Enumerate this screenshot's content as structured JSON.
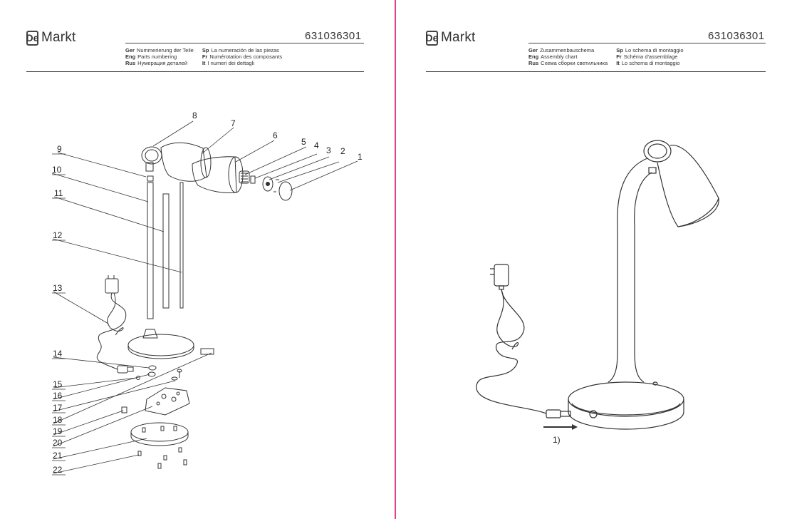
{
  "brand": {
    "logo_mark": "De",
    "logo_word": "Markt"
  },
  "article_number": "631036301",
  "left_page": {
    "lang_rows": [
      {
        "code1": "Ger",
        "text1": "Nummerierung der Teile",
        "code2": "Sp",
        "text2": "La numeración de las piezas"
      },
      {
        "code1": "Eng",
        "text1": "Parts numbering",
        "code2": "Fr",
        "text2": "Numérotation des composants"
      },
      {
        "code1": "Rus",
        "text1": "Нумерация деталей",
        "code2": "It",
        "text2": "I numeri dei dettagli"
      }
    ],
    "part_numbers": [
      "1",
      "2",
      "3",
      "4",
      "5",
      "6",
      "7",
      "8",
      "9",
      "10",
      "11",
      "12",
      "13",
      "14",
      "15",
      "16",
      "17",
      "18",
      "19",
      "20",
      "21",
      "22"
    ]
  },
  "right_page": {
    "lang_rows": [
      {
        "code1": "Ger",
        "text1": "Zusammenbauschema",
        "code2": "Sp",
        "text2": "Lo schema di montaggio"
      },
      {
        "code1": "Eng",
        "text1": "Assembly chart",
        "code2": "Fr",
        "text2": "Schéma d'assemblage"
      },
      {
        "code1": "Rus",
        "text1": "Схема сборки светильника",
        "code2": "It",
        "text2": "Lo schema di montaggio"
      }
    ],
    "step_label": "1)"
  }
}
